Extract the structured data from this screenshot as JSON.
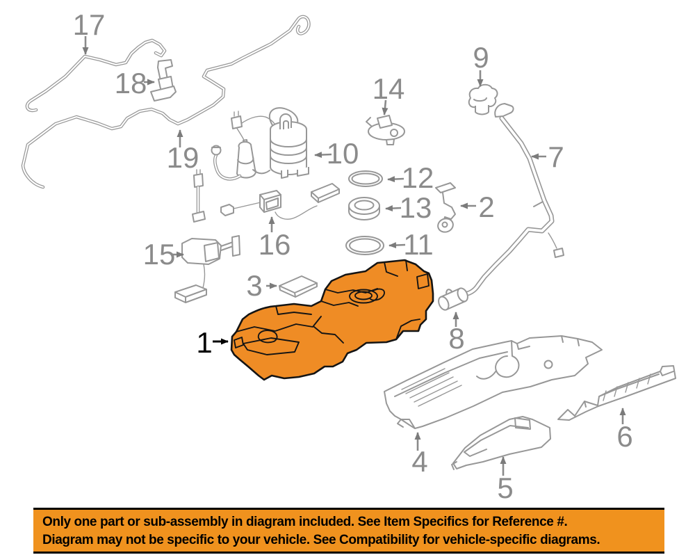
{
  "colors": {
    "line_art": "#979797",
    "label_gray": "#8b8b8b",
    "highlight_orange": "#EF8C25",
    "banner_orange": "#F0921E",
    "callout_1_black": "#000000"
  },
  "diagram": {
    "highlighted_callout": "1",
    "callouts": {
      "n1": "1",
      "n2": "2",
      "n3": "3",
      "n4": "4",
      "n5": "5",
      "n6": "6",
      "n7": "7",
      "n8": "8",
      "n9": "9",
      "n10": "10",
      "n11": "11",
      "n12": "12",
      "n13": "13",
      "n14": "14",
      "n15": "15",
      "n16": "16",
      "n17": "17",
      "n18": "18",
      "n19": "19"
    }
  },
  "banner": {
    "line1": "Only one part or sub-assembly in diagram included. See Item Specifics for Reference #.",
    "line2": "Diagram may not be specific to your vehicle. See Compatibility for vehicle-specific diagrams."
  }
}
